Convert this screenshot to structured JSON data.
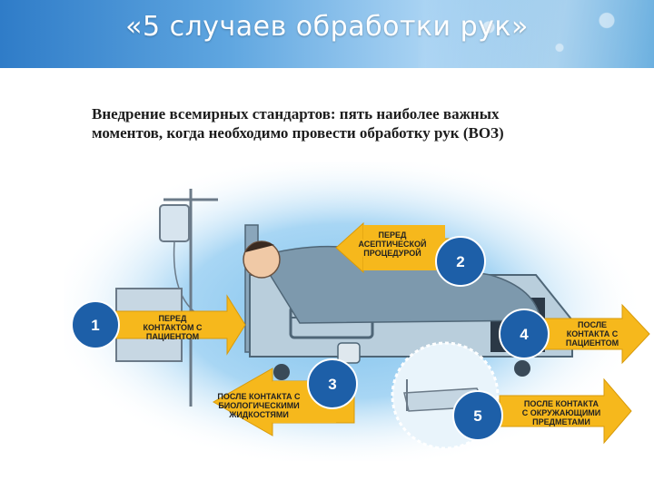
{
  "header": {
    "title": "«5 случаев обработки рук»"
  },
  "subtitle": {
    "line1": "Внедрение всемирных стандартов: пять наиболее важных",
    "line2": "моментов, когда необходимо провести обработку  рук (ВОЗ)"
  },
  "moments": [
    {
      "number": "1",
      "label": [
        "ПЕРЕД",
        "КОНТАКТОМ С",
        "ПАЦИЕНТОМ"
      ]
    },
    {
      "number": "2",
      "label": [
        "ПЕРЕД",
        "АСЕПТИЧЕСКОЙ",
        "ПРОЦЕДУРОЙ"
      ]
    },
    {
      "number": "3",
      "label": [
        "ПОСЛЕ КОНТАКТА С",
        "БИОЛОГИЧЕСКИМИ",
        "ЖИДКОСТЯМИ"
      ]
    },
    {
      "number": "4",
      "label": [
        "ПОСЛЕ",
        "КОНТАКТА С",
        "ПАЦИЕНТОМ"
      ]
    },
    {
      "number": "5",
      "label": [
        "ПОСЛЕ КОНТАКТА",
        "С ОКРУЖАЮЩИМИ",
        "ПРЕДМЕТАМИ"
      ]
    }
  ],
  "colors": {
    "arrow": "#f6b81c",
    "badge": "#1d5fa8",
    "glow": "#9fd2f2"
  }
}
